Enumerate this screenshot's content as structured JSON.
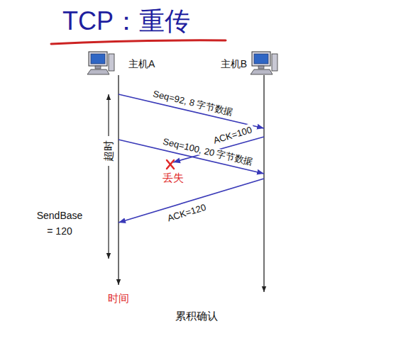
{
  "diagram": {
    "title": "TCP：重传",
    "nodes": [
      {
        "text": [
          "主机A"
        ]
      },
      {
        "text": [
          "主机B"
        ]
      }
    ],
    "edges": [
      {
        "from": 0,
        "to": 1,
        "arrow": "to",
        "label": "Seq=92, 8 字节数据"
      },
      {
        "from": 0,
        "to": 1,
        "arrow": "to",
        "label": "Seq=100, 20 字节数据"
      },
      {
        "from": 1,
        "to": 0,
        "arrow": "to",
        "label": "ACK=120"
      }
    ],
    "labels": [
      "ACK=100",
      "丢失",
      "超时",
      "SendBase = 120",
      "时间",
      "累积确认"
    ]
  }
}
